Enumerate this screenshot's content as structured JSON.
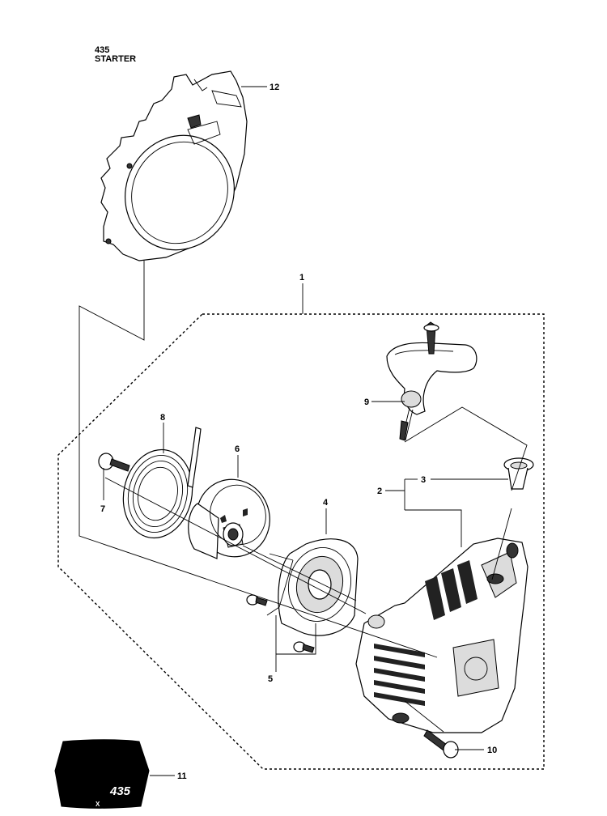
{
  "header": {
    "model": "435",
    "title": "STARTER"
  },
  "callouts": [
    {
      "id": "1",
      "label": "1"
    },
    {
      "id": "2",
      "label": "2"
    },
    {
      "id": "3",
      "label": "3"
    },
    {
      "id": "4",
      "label": "4"
    },
    {
      "id": "5",
      "label": "5"
    },
    {
      "id": "6",
      "label": "6"
    },
    {
      "id": "7",
      "label": "7"
    },
    {
      "id": "8",
      "label": "8"
    },
    {
      "id": "9",
      "label": "9"
    },
    {
      "id": "10",
      "label": "10"
    },
    {
      "id": "11",
      "label": "11"
    },
    {
      "id": "12",
      "label": "12"
    }
  ],
  "decal": {
    "model_text": "435",
    "sub_text": "X"
  },
  "colors": {
    "line": "#000000",
    "shade": "#dcdcdc",
    "decal": "#000000"
  }
}
